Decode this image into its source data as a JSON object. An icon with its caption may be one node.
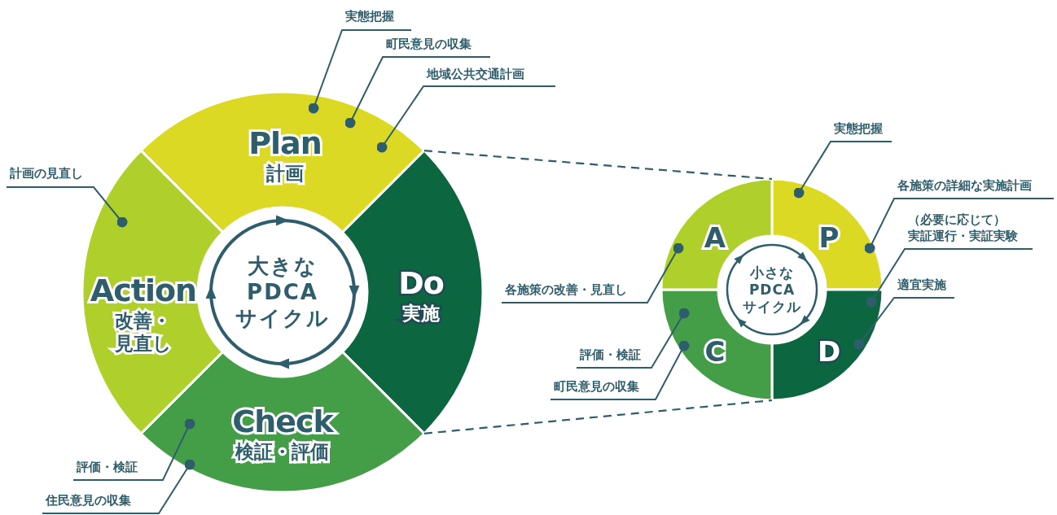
{
  "diagram": {
    "nodes": [
      {
        "text": [
          "Plan",
          "計画"
        ]
      },
      {
        "text": [
          "Do",
          "実施"
        ]
      },
      {
        "text": [
          "Check",
          "検証・評価"
        ]
      },
      {
        "text": [
          "Action",
          "改善・見直し"
        ]
      },
      {
        "text": [
          "大きな",
          "PDCA",
          "サイクル"
        ]
      },
      {
        "text": [
          "P"
        ]
      },
      {
        "text": [
          "D"
        ]
      },
      {
        "text": [
          "C"
        ]
      },
      {
        "text": [
          "A"
        ]
      },
      {
        "text": [
          "小さな",
          "PDCA",
          "サイクル"
        ]
      },
      {
        "text": [
          "実態把握"
        ]
      },
      {
        "text": [
          "町民意見の収集"
        ]
      },
      {
        "text": [
          "地域公共交通計画"
        ]
      },
      {
        "text": [
          "計画の見直し"
        ]
      },
      {
        "text": [
          "評価・検証"
        ]
      },
      {
        "text": [
          "住民意見の収集"
        ]
      },
      {
        "text": [
          "実態把握"
        ]
      },
      {
        "text": [
          "各施策の詳細な実施計画"
        ]
      },
      {
        "text": [
          "（必要に応じて）",
          "実証運行・実証実験"
        ]
      },
      {
        "text": [
          "適宜実施"
        ]
      },
      {
        "text": [
          "各施策の改善・見直し"
        ]
      },
      {
        "text": [
          "評価・検証"
        ]
      },
      {
        "text": [
          "町民意見の収集"
        ]
      }
    ],
    "edges": [
      {
        "from": 1,
        "to": 5,
        "arrow": "none",
        "style": "dashed"
      },
      {
        "from": 1,
        "to": 6,
        "arrow": "none",
        "style": "dashed"
      },
      {
        "from": 10,
        "to": 0,
        "arrow": "other"
      },
      {
        "from": 11,
        "to": 0,
        "arrow": "other"
      },
      {
        "from": 12,
        "to": 0,
        "arrow": "other"
      },
      {
        "from": 13,
        "to": 3,
        "arrow": "other"
      },
      {
        "from": 14,
        "to": 2,
        "arrow": "other"
      },
      {
        "from": 15,
        "to": 2,
        "arrow": "other"
      },
      {
        "from": 16,
        "to": 5,
        "arrow": "other"
      },
      {
        "from": 17,
        "to": 5,
        "arrow": "other"
      },
      {
        "from": 18,
        "to": 6,
        "arrow": "other"
      },
      {
        "from": 19,
        "to": 6,
        "arrow": "other"
      },
      {
        "from": 20,
        "to": 8,
        "arrow": "other"
      },
      {
        "from": 21,
        "to": 7,
        "arrow": "other"
      },
      {
        "from": 22,
        "to": 7,
        "arrow": "other"
      }
    ]
  }
}
